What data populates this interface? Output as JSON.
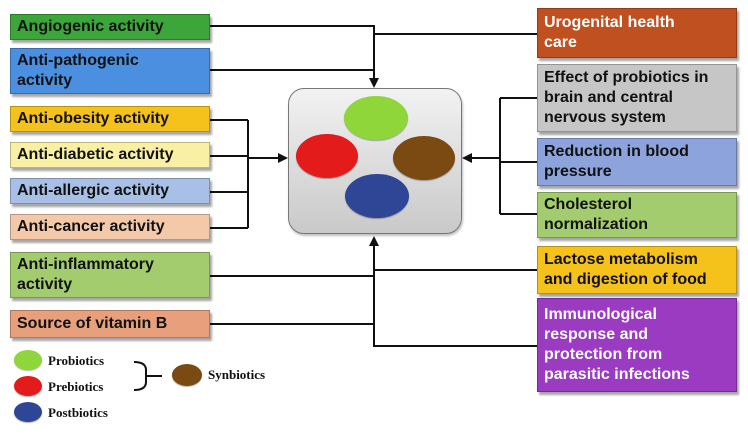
{
  "left_boxes": [
    {
      "id": "angiogenic",
      "label": "Angiogenic activity",
      "color": "#3da63a"
    },
    {
      "id": "anti-pathogenic",
      "label": "Anti-pathogenic\nactivity",
      "color": "#4b8fe0"
    },
    {
      "id": "anti-obesity",
      "label": "Anti-obesity activity",
      "color": "#f4c21a"
    },
    {
      "id": "anti-diabetic",
      "label": "Anti-diabetic activity",
      "color": "#f9f0a6"
    },
    {
      "id": "anti-allergic",
      "label": "Anti-allergic activity",
      "color": "#a9c0e6"
    },
    {
      "id": "anti-cancer",
      "label": "Anti-cancer activity",
      "color": "#f4c9aa"
    },
    {
      "id": "anti-inflammatory",
      "label": "Anti-inflammatory\nactivity",
      "color": "#a3cc6e"
    },
    {
      "id": "vitamin-b",
      "label": "Source of vitamin B",
      "color": "#e8a07c"
    }
  ],
  "right_boxes": [
    {
      "id": "urogenital",
      "label": "Urogenital health\ncare",
      "color": "#c0501f"
    },
    {
      "id": "brain-cns",
      "label": "Effect of probiotics in\nbrain and central\nnervous system",
      "color": "#c6c6c6"
    },
    {
      "id": "blood-pressure",
      "label": "Reduction in blood\npressure",
      "color": "#8da3dc"
    },
    {
      "id": "cholesterol",
      "label": "Cholesterol\nnormalization",
      "color": "#a3cc6e"
    },
    {
      "id": "lactose",
      "label": "Lactose metabolism\nand digestion of food",
      "color": "#f4c21a"
    },
    {
      "id": "immunological",
      "label": "Immunological\nresponse and\nprotection from\nparasitic infections",
      "color": "#9b3bc2"
    }
  ],
  "center_ellipses": [
    {
      "id": "probiotics",
      "color": "#8fd63a"
    },
    {
      "id": "prebiotics",
      "color": "#e31b1b"
    },
    {
      "id": "synbiotics",
      "color": "#7a4a12"
    },
    {
      "id": "postbiotics",
      "color": "#2f4596"
    }
  ],
  "legend": {
    "probiotics": "Probiotics",
    "prebiotics": "Prebiotics",
    "postbiotics": "Postbiotics",
    "synbiotics": "Synbiotics"
  }
}
